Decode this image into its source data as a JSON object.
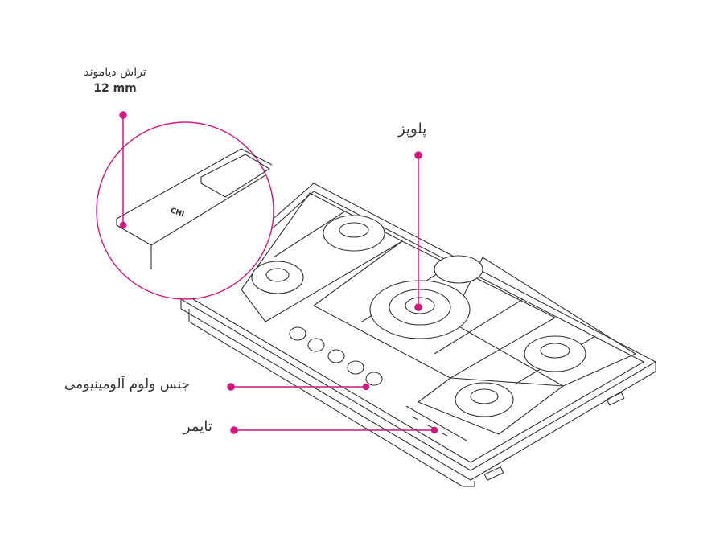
{
  "colors": {
    "accent": "#d4177f",
    "line": "#333333"
  },
  "labels": {
    "diamond_cut": "تراش دیاموند",
    "thickness": "12 mm",
    "wok_burner": "پلوپز",
    "aluminum_knobs": "جنس ولوم آلومینیومی",
    "timer": "تایمر"
  }
}
